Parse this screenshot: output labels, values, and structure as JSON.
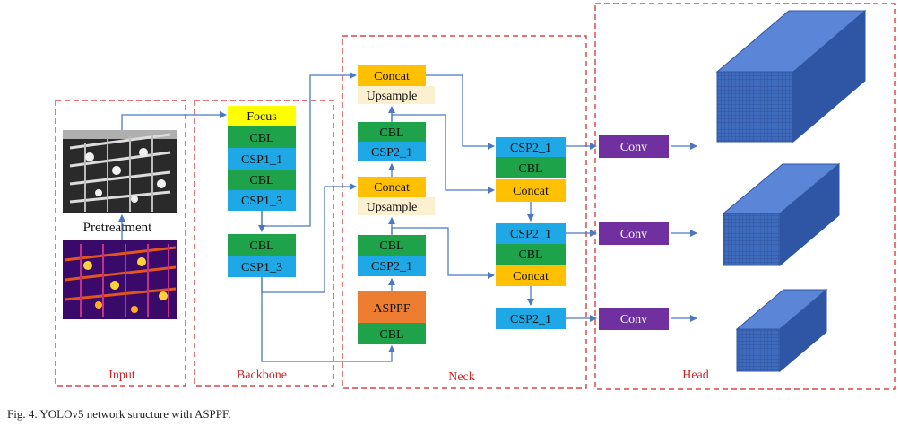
{
  "sections": {
    "input": "Input",
    "backbone": "Backbone",
    "neck": "Neck",
    "head": "Head"
  },
  "pretreatment": "Pretreatment",
  "backbone": {
    "stack1": [
      "Focus",
      "CBL",
      "CSP1_1",
      "CBL",
      "CSP1_3"
    ],
    "stack2": [
      "CBL",
      "CSP1_3"
    ]
  },
  "neck": {
    "left": {
      "concat_top": "Concat",
      "upsample_top": "Upsample",
      "cbl_a": "CBL",
      "csp_a": "CSP2_1",
      "concat_mid": "Concat",
      "upsample_mid": "Upsample",
      "cbl_b": "CBL",
      "csp_b": "CSP2_1",
      "asppf": "ASPPF",
      "cbl_c": "CBL"
    },
    "right": {
      "csp_1": "CSP2_1",
      "cbl_1": "CBL",
      "concat_1": "Concat",
      "csp_2": "CSP2_1",
      "cbl_2": "CBL",
      "concat_2": "Concat",
      "csp_3": "CSP2_1"
    }
  },
  "head": {
    "conv": [
      "Conv",
      "Conv",
      "Conv"
    ]
  },
  "caption": "Fig. 4.   YOLOv5 network structure with ASPPF.",
  "colors": {
    "focus_yellow": "#ffff00",
    "cbl_green": "#1fa34a",
    "csp_blue": "#1ea8e6",
    "concat_orange": "#ffc000",
    "upsample_cream": "#fdf0d0",
    "asppf_orange": "#ed7d31",
    "conv_purple": "#7030a0",
    "arrow_blue": "#4a78c2",
    "border_red": "#d42020",
    "cuboid_front": "#4472c4",
    "cuboid_top": "#5b85d6",
    "cuboid_side": "#2f56a4"
  }
}
